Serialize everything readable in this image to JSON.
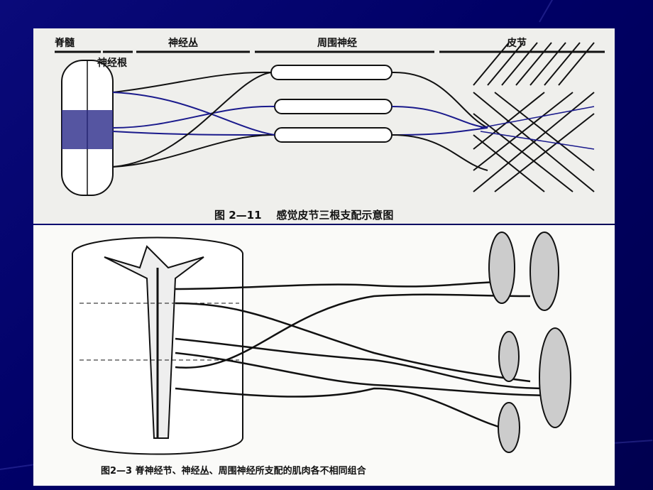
{
  "top_figure": {
    "labels": {
      "spinal_cord": "脊髓",
      "nerve_root": "神经根",
      "plexus": "神经丛",
      "peripheral_nerve": "周围神经",
      "dermatome": "皮节"
    },
    "caption": "图 2—11    感觉皮节三根支配示意图",
    "accent_color": "#1a1a8c"
  },
  "bottom_figure": {
    "caption": "图2—3  脊神经节、神经丛、周围神经所支配的肌肉各不相同组合"
  },
  "background_color": "#000066"
}
